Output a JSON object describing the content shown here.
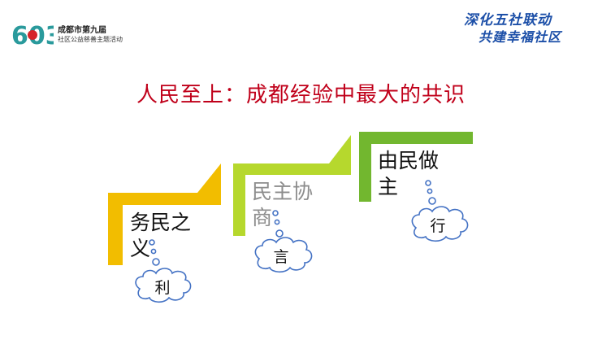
{
  "header": {
    "logo_number": "603",
    "logo_line1": "成都市第九届",
    "logo_line2": "社区公益慈善主题活动",
    "slogan_line1": "深化五社联动",
    "slogan_line2": "共建幸福社区"
  },
  "title": "人民至上：成都经验中最大的共识",
  "steps": [
    {
      "line1": "务民之",
      "line2": "义",
      "cloud": "利",
      "color": "#f2bd00"
    },
    {
      "line1": "民主协",
      "line2": "商",
      "cloud": "言",
      "color": "#b6d82d"
    },
    {
      "line1": "由民做",
      "line2": "主",
      "cloud": "行",
      "color": "#72b72f"
    }
  ],
  "colors": {
    "title": "#c0001a",
    "slogan": "#1c4fa8",
    "cloud_stroke": "#4472c4"
  }
}
